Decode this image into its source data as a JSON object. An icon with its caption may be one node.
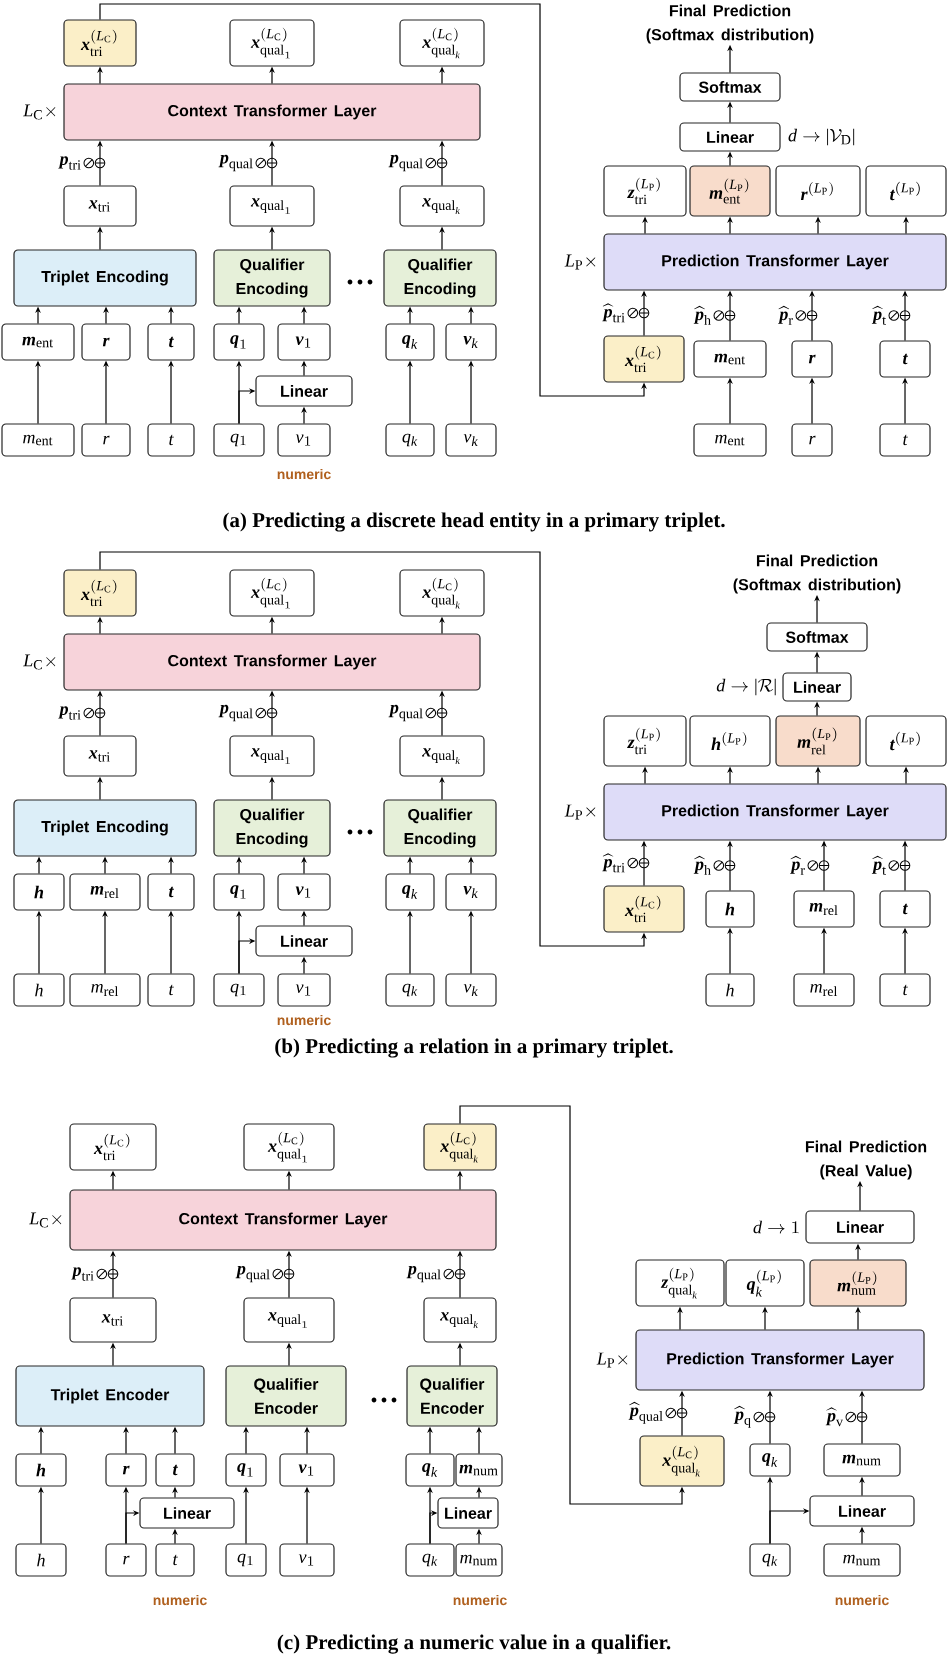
{
  "diagram": {
    "nodes": [
      {
        "text": [
          "\\boldsymbol{x}_{\\mathrm{tri}}^{(L_{\\mathrm{C}})}"
        ]
      },
      {
        "text": [
          "\\boldsymbol{x}_{\\mathrm{qual}_{1}}^{(L_{\\mathrm{C}})}"
        ]
      },
      {
        "text": [
          "\\boldsymbol{x}_{\\mathrm{qual}_{k}}^{(L_{\\mathrm{C}})}"
        ]
      },
      {
        "text": [
          "Final Prediction (Softmax distribution)"
        ]
      },
      {
        "text": [
          "Softmax"
        ]
      },
      {
        "text": [
          "Linear"
        ],
        "beside": [
          "d\\rightarrow|\\mathcal{V}_{\\mathrm{D}}|"
        ]
      },
      {
        "text": [
          "Context Transformer Layer"
        ],
        "beside": [
          "L_{\\mathrm{C}}\\times"
        ]
      },
      {
        "text": [
          "\\boldsymbol{z}_{\\mathrm{tri}}^{(L_{\\mathrm{P}})}"
        ]
      },
      {
        "text": [
          "\\boldsymbol{m}_{\\mathrm{ent}}^{(L_{\\mathrm{P}})}"
        ]
      },
      {
        "text": [
          "\\boldsymbol{r}^{(L_{\\mathrm{P}})}"
        ]
      },
      {
        "text": [
          "\\boldsymbol{t}^{(L_{\\mathrm{P}})}"
        ]
      },
      {
        "text": [
          "\\boldsymbol{x}_{\\mathrm{tri}}"
        ]
      },
      {
        "text": [
          "\\boldsymbol{x}_{\\mathrm{qual}_{1}}"
        ]
      },
      {
        "text": [
          "\\boldsymbol{x}_{\\mathrm{qual}_{k}}"
        ]
      },
      {
        "text": [
          "Prediction Transformer Layer"
        ],
        "beside": [
          "L_{\\mathrm{P}}\\times"
        ]
      },
      {
        "text": [
          "Triplet Encoding"
        ]
      },
      {
        "text": [
          "Qualifier Encoding"
        ]
      },
      {
        "text": [
          "Qualifier Encoding"
        ]
      },
      {
        "text": [
          "\\boldsymbol{m}_{\\mathrm{ent}}"
        ]
      },
      {
        "text": [
          "\\boldsymbol{r}"
        ]
      },
      {
        "text": [
          "\\boldsymbol{t}"
        ]
      },
      {
        "text": [
          "\\boldsymbol{q}_{1}"
        ]
      },
      {
        "text": [
          "\\boldsymbol{v}_{1}"
        ]
      },
      {
        "text": [
          "\\boldsymbol{q}_{k}"
        ]
      },
      {
        "text": [
          "\\boldsymbol{v}_{k}"
        ]
      },
      {
        "text": [
          "\\boldsymbol{x}_{\\mathrm{tri}}^{(L_{\\mathrm{C}})}"
        ]
      },
      {
        "text": [
          "\\boldsymbol{m}_{\\mathrm{ent}}"
        ]
      },
      {
        "text": [
          "\\boldsymbol{r}"
        ]
      },
      {
        "text": [
          "\\boldsymbol{t}"
        ]
      },
      {
        "text": [
          "Linear"
        ]
      },
      {
        "text": [
          "m_{\\mathrm{ent}}"
        ]
      },
      {
        "text": [
          "r"
        ]
      },
      {
        "text": [
          "t"
        ]
      },
      {
        "text": [
          "q_{1}"
        ]
      },
      {
        "text": [
          "v_{1}"
        ]
      },
      {
        "text": [
          "q_{k}"
        ]
      },
      {
        "text": [
          "v_{k}"
        ]
      },
      {
        "text": [
          "m_{\\mathrm{ent}}"
        ]
      },
      {
        "text": [
          "r"
        ]
      },
      {
        "text": [
          "t"
        ]
      },
      {
        "text": [
          "\\boldsymbol{x}_{\\mathrm{tri}}^{(L_{\\mathrm{C}})}"
        ]
      },
      {
        "text": [
          "\\boldsymbol{x}_{\\mathrm{qual}_{1}}^{(L_{\\mathrm{C}})}"
        ]
      },
      {
        "text": [
          "\\boldsymbol{x}_{\\mathrm{qual}_{k}}^{(L_{\\mathrm{C}})}"
        ]
      },
      {
        "text": [
          "Final Prediction (Softmax distribution)"
        ]
      },
      {
        "text": [
          "Softmax"
        ]
      },
      {
        "text": [
          "Linear"
        ],
        "beside": [
          "d\\rightarrow|\\mathcal{R}|"
        ]
      },
      {
        "text": [
          "Context Transformer Layer"
        ],
        "beside": [
          "L_{\\mathrm{C}}\\times"
        ]
      },
      {
        "text": [
          "\\boldsymbol{z}_{\\mathrm{tri}}^{(L_{\\mathrm{P}})}"
        ]
      },
      {
        "text": [
          "\\boldsymbol{h}^{(L_{\\mathrm{P}})}"
        ]
      },
      {
        "text": [
          "\\boldsymbol{m}_{\\mathrm{rel}}^{(L_{\\mathrm{P}})}"
        ]
      },
      {
        "text": [
          "\\boldsymbol{t}^{(L_{\\mathrm{P}})}"
        ]
      },
      {
        "text": [
          "\\boldsymbol{x}_{\\mathrm{tri}}"
        ]
      },
      {
        "text": [
          "\\boldsymbol{x}_{\\mathrm{qual}_{1}}"
        ]
      },
      {
        "text": [
          "\\boldsymbol{x}_{\\mathrm{qual}_{k}}"
        ]
      },
      {
        "text": [
          "Prediction Transformer Layer"
        ],
        "beside": [
          "L_{\\mathrm{P}}\\times"
        ]
      },
      {
        "text": [
          "Triplet Encoding"
        ]
      },
      {
        "text": [
          "Qualifier Encoding"
        ]
      },
      {
        "text": [
          "Qualifier Encoding"
        ]
      },
      {
        "text": [
          "\\boldsymbol{h}"
        ]
      },
      {
        "text": [
          "\\boldsymbol{m}_{\\mathrm{rel}}"
        ]
      },
      {
        "text": [
          "\\boldsymbol{t}"
        ]
      },
      {
        "text": [
          "\\boldsymbol{q}_{1}"
        ]
      },
      {
        "text": [
          "\\boldsymbol{v}_{1}"
        ]
      },
      {
        "text": [
          "\\boldsymbol{q}_{k}"
        ]
      },
      {
        "text": [
          "\\boldsymbol{v}_{k}"
        ]
      },
      {
        "text": [
          "\\boldsymbol{x}_{\\mathrm{tri}}^{(L_{\\mathrm{C}})}"
        ]
      },
      {
        "text": [
          "\\boldsymbol{h}"
        ]
      },
      {
        "text": [
          "\\boldsymbol{m}_{\\mathrm{rel}}"
        ]
      },
      {
        "text": [
          "\\boldsymbol{t}"
        ]
      },
      {
        "text": [
          "Linear"
        ]
      },
      {
        "text": [
          "h"
        ]
      },
      {
        "text": [
          "m_{\\mathrm{rel}}"
        ]
      },
      {
        "text": [
          "t"
        ]
      },
      {
        "text": [
          "q_{1}"
        ]
      },
      {
        "text": [
          "v_{1}"
        ]
      },
      {
        "text": [
          "q_{k}"
        ]
      },
      {
        "text": [
          "v_{k}"
        ]
      },
      {
        "text": [
          "h"
        ]
      },
      {
        "text": [
          "m_{\\mathrm{rel}}"
        ]
      },
      {
        "text": [
          "t"
        ]
      },
      {
        "text": [
          "\\boldsymbol{x}_{\\mathrm{tri}}^{(L_{\\mathrm{C}})}"
        ]
      },
      {
        "text": [
          "\\boldsymbol{x}_{\\mathrm{qual}_{1}}^{(L_{\\mathrm{C}})}"
        ]
      },
      {
        "text": [
          "\\boldsymbol{x}_{\\mathrm{qual}_{k}}^{(L_{\\mathrm{C}})}"
        ]
      },
      {
        "text": [
          "Final Prediction (Real Value)"
        ]
      },
      {
        "text": [
          "Linear"
        ],
        "beside": [
          "d\\rightarrow 1"
        ]
      },
      {
        "text": [
          "Context Transformer Layer"
        ],
        "beside": [
          "L_{\\mathrm{C}}\\times"
        ]
      },
      {
        "text": [
          "\\boldsymbol{z}_{\\mathrm{qual}_{k}}^{(L_{\\mathrm{P}})}"
        ]
      },
      {
        "text": [
          "\\boldsymbol{q}_{k}^{(L_{\\mathrm{P}})}"
        ]
      },
      {
        "text": [
          "\\boldsymbol{m}_{\\mathrm{num}}^{(L_{\\mathrm{P}})}"
        ]
      },
      {
        "text": [
          "\\boldsymbol{x}_{\\mathrm{tri}}"
        ]
      },
      {
        "text": [
          "\\boldsymbol{x}_{\\mathrm{qual}_{1}}"
        ]
      },
      {
        "text": [
          "\\boldsymbol{x}_{\\mathrm{qual}_{k}}"
        ]
      },
      {
        "text": [
          "Prediction Transformer Layer"
        ],
        "beside": [
          "L_{\\mathrm{P}}\\times"
        ]
      },
      {
        "text": [
          "Triplet Encoder"
        ]
      },
      {
        "text": [
          "Qualifier Encoder"
        ]
      },
      {
        "text": [
          "Qualifier Encoder"
        ]
      },
      {
        "text": [
          "\\boldsymbol{h}"
        ]
      },
      {
        "text": [
          "\\boldsymbol{r}"
        ]
      },
      {
        "text": [
          "\\boldsymbol{t}"
        ]
      },
      {
        "text": [
          "\\boldsymbol{q}_{1}"
        ]
      },
      {
        "text": [
          "\\boldsymbol{v}_{1}"
        ]
      },
      {
        "text": [
          "\\boldsymbol{q}_{k}"
        ]
      },
      {
        "text": [
          "\\boldsymbol{m}_{\\mathrm{num}}"
        ]
      },
      {
        "text": [
          "\\boldsymbol{x}_{\\mathrm{qual}_{k}}^{(L_{\\mathrm{C}})}"
        ]
      },
      {
        "text": [
          "\\boldsymbol{q}_{k}"
        ]
      },
      {
        "text": [
          "\\boldsymbol{m}_{\\mathrm{num}}"
        ]
      },
      {
        "text": [
          "Linear"
        ]
      },
      {
        "text": [
          "Linear"
        ]
      },
      {
        "text": [
          "Linear"
        ]
      },
      {
        "text": [
          "h"
        ]
      },
      {
        "text": [
          "r"
        ]
      },
      {
        "text": [
          "t"
        ]
      },
      {
        "text": [
          "q_{1}"
        ]
      },
      {
        "text": [
          "v_{1}"
        ]
      },
      {
        "text": [
          "q_{k}"
        ]
      },
      {
        "text": [
          "m_{\\mathrm{num}}"
        ]
      },
      {
        "text": [
          "q_{k}"
        ]
      },
      {
        "text": [
          "m_{\\mathrm{num}}"
        ]
      }
    ],
    "edges": [
      {
        "from": 30,
        "to": 18,
        "arrow": "to"
      },
      {
        "from": 31,
        "to": 19,
        "arrow": "to"
      },
      {
        "from": 32,
        "to": 20,
        "arrow": "to"
      },
      {
        "from": 33,
        "to": 21,
        "arrow": "to"
      },
      {
        "from": 33,
        "to": 29,
        "arrow": "to"
      },
      {
        "from": 34,
        "to": 29,
        "arrow": "to"
      },
      {
        "from": 29,
        "to": 22,
        "arrow": "to"
      },
      {
        "from": 35,
        "to": 23,
        "arrow": "to"
      },
      {
        "from": 36,
        "to": 24,
        "arrow": "to"
      },
      {
        "from": 18,
        "to": 15,
        "arrow": "to"
      },
      {
        "from": 19,
        "to": 15,
        "arrow": "to"
      },
      {
        "from": 20,
        "to": 15,
        "arrow": "to"
      },
      {
        "from": 21,
        "to": 16,
        "arrow": "to"
      },
      {
        "from": 22,
        "to": 16,
        "arrow": "to"
      },
      {
        "from": 23,
        "to": 17,
        "arrow": "to"
      },
      {
        "from": 24,
        "to": 17,
        "arrow": "to"
      },
      {
        "from": 15,
        "to": 11,
        "arrow": "to"
      },
      {
        "from": 16,
        "to": 12,
        "arrow": "to"
      },
      {
        "from": 17,
        "to": 13,
        "arrow": "to"
      },
      {
        "from": 11,
        "to": 6,
        "arrow": "to",
        "label": "\\boldsymbol{p}_{\\mathrm{tri}}"
      },
      {
        "from": 12,
        "to": 6,
        "arrow": "to",
        "label": "\\boldsymbol{p}_{\\mathrm{qual}}"
      },
      {
        "from": 13,
        "to": 6,
        "arrow": "to",
        "label": "\\boldsymbol{p}_{\\mathrm{qual}}"
      },
      {
        "from": 6,
        "to": 0,
        "arrow": "to"
      },
      {
        "from": 6,
        "to": 1,
        "arrow": "to"
      },
      {
        "from": 6,
        "to": 2,
        "arrow": "to"
      },
      {
        "from": 0,
        "to": 25,
        "arrow": "to"
      },
      {
        "from": 37,
        "to": 26,
        "arrow": "to"
      },
      {
        "from": 38,
        "to": 27,
        "arrow": "to"
      },
      {
        "from": 39,
        "to": 28,
        "arrow": "to"
      },
      {
        "from": 25,
        "to": 14,
        "arrow": "to",
        "label": "\\widehat{\\boldsymbol{p}}_{\\mathrm{tri}}"
      },
      {
        "from": 26,
        "to": 14,
        "arrow": "to",
        "label": "\\widehat{\\boldsymbol{p}}_{\\mathrm{h}}"
      },
      {
        "from": 27,
        "to": 14,
        "arrow": "to",
        "label": "\\widehat{\\boldsymbol{p}}_{\\mathrm{r}}"
      },
      {
        "from": 28,
        "to": 14,
        "arrow": "to",
        "label": "\\widehat{\\boldsymbol{p}}_{\\mathrm{t}}"
      },
      {
        "from": 14,
        "to": 7,
        "arrow": "to"
      },
      {
        "from": 14,
        "to": 8,
        "arrow": "to"
      },
      {
        "from": 14,
        "to": 9,
        "arrow": "to"
      },
      {
        "from": 14,
        "to": 10,
        "arrow": "to"
      },
      {
        "from": 8,
        "to": 5,
        "arrow": "to"
      },
      {
        "from": 5,
        "to": 4,
        "arrow": "to"
      },
      {
        "from": 4,
        "to": 3,
        "arrow": "to"
      },
      {
        "from": 70,
        "to": 58,
        "arrow": "to"
      },
      {
        "from": 71,
        "to": 59,
        "arrow": "to"
      },
      {
        "from": 72,
        "to": 60,
        "arrow": "to"
      },
      {
        "from": 73,
        "to": 61,
        "arrow": "to"
      },
      {
        "from": 73,
        "to": 69,
        "arrow": "to"
      },
      {
        "from": 74,
        "to": 69,
        "arrow": "to"
      },
      {
        "from": 69,
        "to": 62,
        "arrow": "to"
      },
      {
        "from": 75,
        "to": 63,
        "arrow": "to"
      },
      {
        "from": 76,
        "to": 64,
        "arrow": "to"
      },
      {
        "from": 58,
        "to": 55,
        "arrow": "to"
      },
      {
        "from": 59,
        "to": 55,
        "arrow": "to"
      },
      {
        "from": 60,
        "to": 55,
        "arrow": "to"
      },
      {
        "from": 61,
        "to": 56,
        "arrow": "to"
      },
      {
        "from": 62,
        "to": 56,
        "arrow": "to"
      },
      {
        "from": 63,
        "to": 57,
        "arrow": "to"
      },
      {
        "from": 64,
        "to": 57,
        "arrow": "to"
      },
      {
        "from": 55,
        "to": 51,
        "arrow": "to"
      },
      {
        "from": 56,
        "to": 52,
        "arrow": "to"
      },
      {
        "from": 57,
        "to": 53,
        "arrow": "to"
      },
      {
        "from": 51,
        "to": 46,
        "arrow": "to",
        "label": "\\boldsymbol{p}_{\\mathrm{tri}}"
      },
      {
        "from": 52,
        "to": 46,
        "arrow": "to",
        "label": "\\boldsymbol{p}_{\\mathrm{qual}}"
      },
      {
        "from": 53,
        "to": 46,
        "arrow": "to",
        "label": "\\boldsymbol{p}_{\\mathrm{qual}}"
      },
      {
        "from": 46,
        "to": 40,
        "arrow": "to"
      },
      {
        "from": 46,
        "to": 41,
        "arrow": "to"
      },
      {
        "from": 46,
        "to": 42,
        "arrow": "to"
      },
      {
        "from": 40,
        "to": 65,
        "arrow": "to"
      },
      {
        "from": 77,
        "to": 66,
        "arrow": "to"
      },
      {
        "from": 78,
        "to": 67,
        "arrow": "to"
      },
      {
        "from": 79,
        "to": 68,
        "arrow": "to"
      },
      {
        "from": 65,
        "to": 54,
        "arrow": "to",
        "label": "\\widehat{\\boldsymbol{p}}_{\\mathrm{tri}}"
      },
      {
        "from": 66,
        "to": 54,
        "arrow": "to",
        "label": "\\widehat{\\boldsymbol{p}}_{\\mathrm{h}}"
      },
      {
        "from": 67,
        "to": 54,
        "arrow": "to",
        "label": "\\widehat{\\boldsymbol{p}}_{\\mathrm{r}}"
      },
      {
        "from": 68,
        "to": 54,
        "arrow": "to",
        "label": "\\widehat{\\boldsymbol{p}}_{\\mathrm{t}}"
      },
      {
        "from": 54,
        "to": 47,
        "arrow": "to"
      },
      {
        "from": 54,
        "to": 48,
        "arrow": "to"
      },
      {
        "from": 54,
        "to": 49,
        "arrow": "to"
      },
      {
        "from": 54,
        "to": 50,
        "arrow": "to"
      },
      {
        "from": 49,
        "to": 45,
        "arrow": "to"
      },
      {
        "from": 45,
        "to": 44,
        "arrow": "to"
      },
      {
        "from": 44,
        "to": 43,
        "arrow": "to"
      },
      {
        "from": 109,
        "to": 96,
        "arrow": "to"
      },
      {
        "from": 110,
        "to": 97,
        "arrow": "to"
      },
      {
        "from": 110,
        "to": 106,
        "arrow": "to"
      },
      {
        "from": 111,
        "to": 106,
        "arrow": "to"
      },
      {
        "from": 106,
        "to": 98,
        "arrow": "to"
      },
      {
        "from": 112,
        "to": 99,
        "arrow": "to"
      },
      {
        "from": 113,
        "to": 100,
        "arrow": "to"
      },
      {
        "from": 114,
        "to": 101,
        "arrow": "to"
      },
      {
        "from": 114,
        "to": 107,
        "arrow": "to"
      },
      {
        "from": 115,
        "to": 107,
        "arrow": "to"
      },
      {
        "from": 107,
        "to": 102,
        "arrow": "to"
      },
      {
        "from": 96,
        "to": 93,
        "arrow": "to"
      },
      {
        "from": 97,
        "to": 93,
        "arrow": "to"
      },
      {
        "from": 98,
        "to": 93,
        "arrow": "to"
      },
      {
        "from": 99,
        "to": 94,
        "arrow": "to"
      },
      {
        "from": 100,
        "to": 94,
        "arrow": "to"
      },
      {
        "from": 101,
        "to": 95,
        "arrow": "to"
      },
      {
        "from": 102,
        "to": 95,
        "arrow": "to"
      },
      {
        "from": 93,
        "to": 89,
        "arrow": "to"
      },
      {
        "from": 94,
        "to": 90,
        "arrow": "to"
      },
      {
        "from": 95,
        "to": 91,
        "arrow": "to"
      },
      {
        "from": 89,
        "to": 85,
        "arrow": "to",
        "label": "\\boldsymbol{p}_{\\mathrm{tri}}"
      },
      {
        "from": 90,
        "to": 85,
        "arrow": "to",
        "label": "\\boldsymbol{p}_{\\mathrm{qual}}"
      },
      {
        "from": 91,
        "to": 85,
        "arrow": "to",
        "label": "\\boldsymbol{p}_{\\mathrm{qual}}"
      },
      {
        "from": 85,
        "to": 80,
        "arrow": "to"
      },
      {
        "from": 85,
        "to": 81,
        "arrow": "to"
      },
      {
        "from": 85,
        "to": 82,
        "arrow": "to"
      },
      {
        "from": 82,
        "to": 103,
        "arrow": "to"
      },
      {
        "from": 116,
        "to": 104,
        "arrow": "to"
      },
      {
        "from": 116,
        "to": 108,
        "arrow": "to"
      },
      {
        "from": 117,
        "to": 108,
        "arrow": "to"
      },
      {
        "from": 108,
        "to": 105,
        "arrow": "to"
      },
      {
        "from": 103,
        "to": 92,
        "arrow": "to",
        "label": "\\widehat{\\boldsymbol{p}}_{\\mathrm{qual}}"
      },
      {
        "from": 104,
        "to": 92,
        "arrow": "to",
        "label": "\\widehat{\\boldsymbol{p}}_{\\mathrm{q}}"
      },
      {
        "from": 105,
        "to": 92,
        "arrow": "to",
        "label": "\\widehat{\\boldsymbol{p}}_{\\mathrm{v}}"
      },
      {
        "from": 92,
        "to": 86,
        "arrow": "to"
      },
      {
        "from": 92,
        "to": 87,
        "arrow": "to"
      },
      {
        "from": 92,
        "to": 88,
        "arrow": "to"
      },
      {
        "from": 88,
        "to": 84,
        "arrow": "to"
      },
      {
        "from": 84,
        "to": 83,
        "arrow": "to"
      }
    ],
    "labels": [
      "numeric",
      "(a) Predicting a discrete head entity in a primary triplet.",
      "numeric",
      "(b) Predicting a relation in a primary triplet.",
      "numeric",
      "numeric",
      "numeric",
      "(c) Predicting a numeric value in a qualifier."
    ]
  }
}
